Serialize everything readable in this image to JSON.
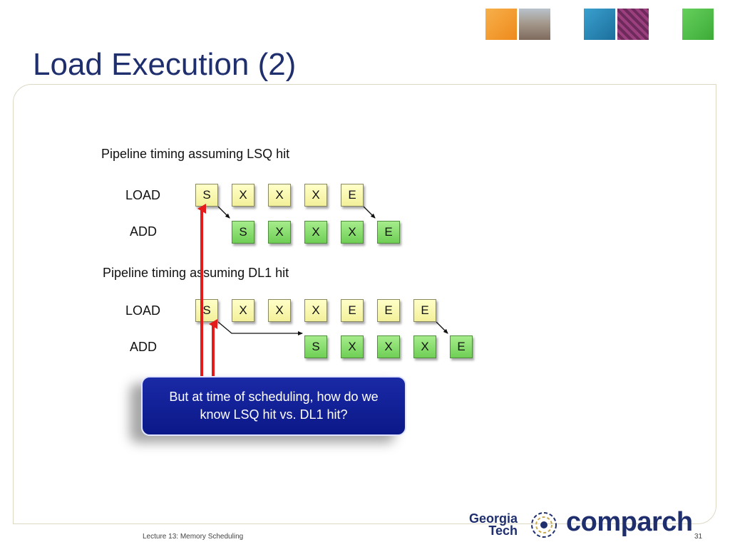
{
  "slide": {
    "title": "Load Execution (2)",
    "footer_left": "Lecture 13: Memory Scheduling",
    "page_number": "31"
  },
  "header_thumbnails": [
    {
      "name": "orange-thumbnail",
      "color": "#f39a2a"
    },
    {
      "name": "campus-photo-thumbnail",
      "color": "#9b8f86"
    },
    {
      "name": "blue-thumbnail",
      "color": "#2b8bb8"
    },
    {
      "name": "chip-photo-thumbnail",
      "color": "#8b3a73"
    },
    {
      "name": "green-thumbnail",
      "color": "#4fbf4a"
    }
  ],
  "lsq_section": {
    "caption": "Pipeline timing assuming LSQ hit",
    "load": {
      "label": "LOAD",
      "stages": [
        "S",
        "X",
        "X",
        "X",
        "E"
      ]
    },
    "add": {
      "label": "ADD",
      "stages": [
        "S",
        "X",
        "X",
        "X",
        "E"
      ]
    }
  },
  "dl1_section": {
    "caption": "Pipeline timing assuming DL1 hit",
    "load": {
      "label": "LOAD",
      "stages": [
        "S",
        "X",
        "X",
        "X",
        "E",
        "E",
        "E"
      ]
    },
    "add": {
      "label": "ADD",
      "stages": [
        "S",
        "X",
        "X",
        "X",
        "E"
      ]
    }
  },
  "callout": {
    "text": "But at time of scheduling, how do we know LSQ hit vs. DL1 hit?"
  },
  "logos": {
    "georgia_line1": "Georgia",
    "georgia_line2": "Tech",
    "comparch": "comparch"
  },
  "colors": {
    "title": "#1f2f6e",
    "load_stage": "#f7f3a6",
    "add_stage": "#7ed866",
    "arrow_red": "#e51b1b",
    "callout_bg": "#13209a"
  }
}
